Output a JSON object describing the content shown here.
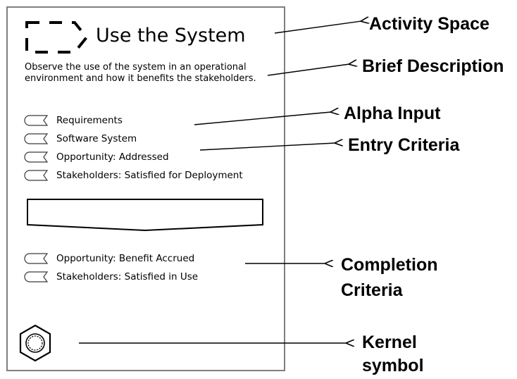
{
  "activity": {
    "name": "Use the System",
    "description": "Observe the use of the system in an operational environment and how it benefits the stakeholders."
  },
  "entry_criteria": [
    "Requirements",
    "Software System",
    "Opportunity: Addressed",
    "Stakeholders: Satisfied for Deployment"
  ],
  "completion_criteria": [
    "Opportunity: Benefit Accrued",
    "Stakeholders: Satisfied in Use"
  ],
  "callouts": {
    "activity_space": "Activity Space",
    "brief_description": "Brief Description",
    "alpha_input": "Alpha Input",
    "entry_criteria": "Entry Criteria",
    "completion_line1": "Completion",
    "completion_line2": "Criteria",
    "kernel_line1": "Kernel",
    "kernel_line2": "symbol"
  },
  "icons": [
    "activity-space-icon",
    "alpha-state-icon",
    "kernel-icon"
  ]
}
